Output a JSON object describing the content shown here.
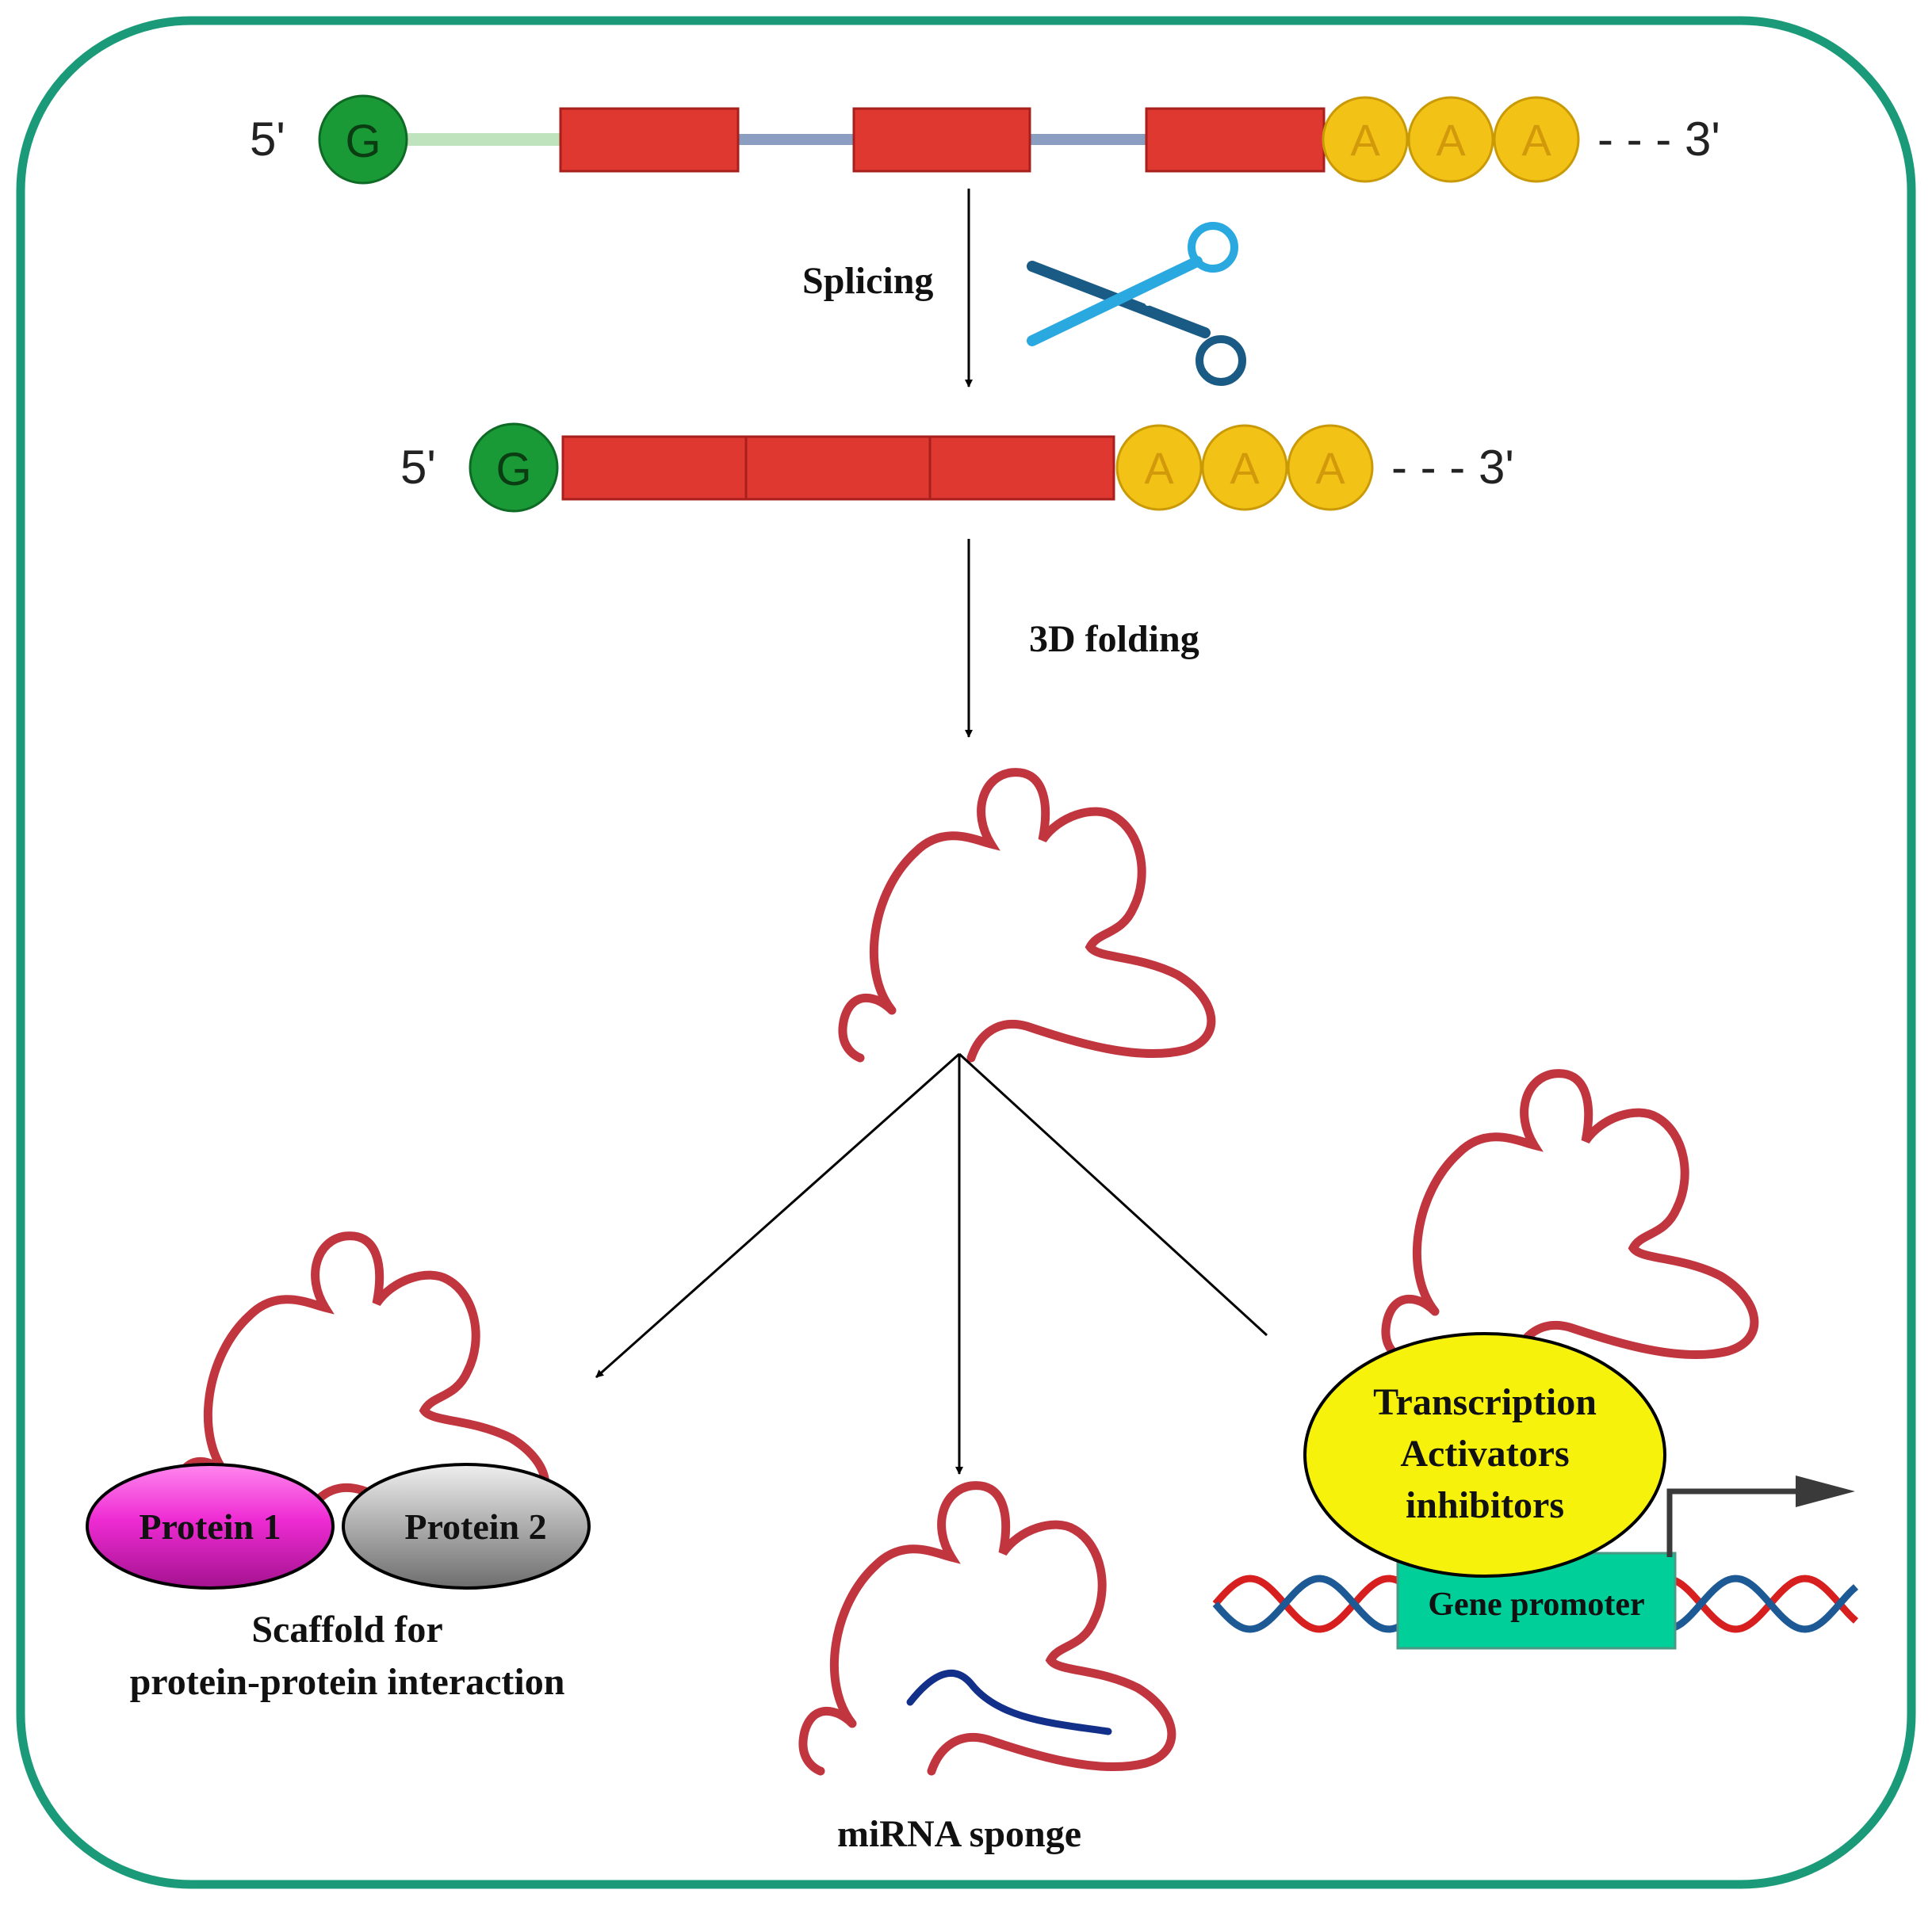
{
  "colors": {
    "frame": "#1a9a78",
    "exon": "#de3830",
    "exon_stroke": "#a8201c",
    "intron_grey": "#8b9dc0",
    "intron_green": "#bfe3bd",
    "cap": "#1a9a37",
    "polyA": "#f3c217",
    "polyA_stroke": "#c99a06",
    "rna_loop": "#c1353f",
    "mirna": "#12308a",
    "protein1": "#ee2bd3",
    "protein2": "#b3b3b3",
    "tf_ellipse": "#f6f20c",
    "promoter": "#00cf99",
    "dna_red": "#d71f1f",
    "dna_blue": "#1d5a95",
    "scissors_light": "#2aa8e0",
    "scissors_dark": "#1a5b86",
    "arrow": "#000000",
    "tss_arrow": "#3a3a3a"
  },
  "pre_mrna": {
    "five_prime": "5'",
    "cap_letter": "G",
    "polyA": [
      "A",
      "A",
      "A"
    ],
    "three_prime": "- - - 3'"
  },
  "mature_mrna": {
    "five_prime": "5'",
    "cap_letter": "G",
    "polyA": [
      "A",
      "A",
      "A"
    ],
    "three_prime": "- - - 3'"
  },
  "steps": {
    "splicing": "Splicing",
    "folding": "3D folding"
  },
  "scissors_icon": "scissors-icon",
  "functions": {
    "scaffold": {
      "protein1": "Protein 1",
      "protein2": "Protein 2",
      "caption_line1": "Scaffold for",
      "caption_line2": "protein-protein  interaction"
    },
    "sponge": {
      "caption": "miRNA sponge"
    },
    "transcription": {
      "tf_line1": "Transcription",
      "tf_line2": "Activators",
      "tf_line3": "inhibitors",
      "promoter": "Gene promoter"
    }
  }
}
